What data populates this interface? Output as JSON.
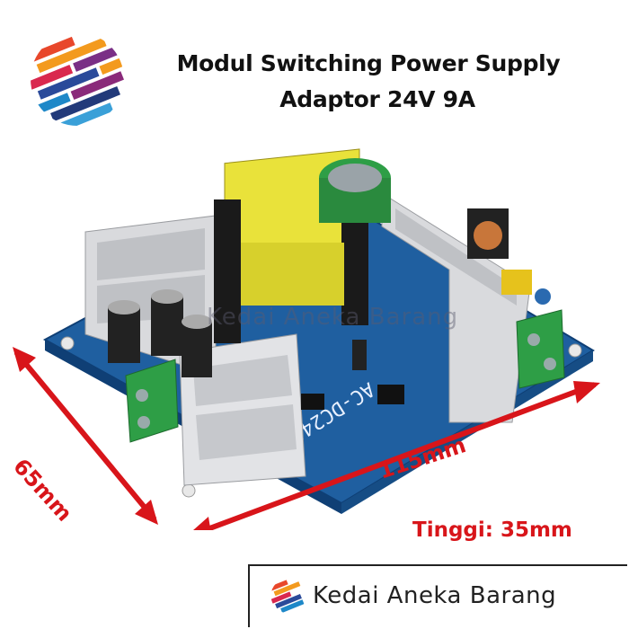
{
  "title": {
    "line1": "Modul Switching Power Supply",
    "line2": "Adaptor 24V 9A"
  },
  "dimensions": {
    "width": "115mm",
    "depth": "65mm",
    "height": "Tinggi: 35mm"
  },
  "watermark": "Kedai Aneka Barang",
  "brand": {
    "name": "Kedai Aneka Barang"
  },
  "board": {
    "silkscreen": "AC-DC2416"
  },
  "colors": {
    "accent_red": "#d8151a",
    "pcb_blue": "#1f5fa0",
    "transformer_yellow": "#e9e23a",
    "terminal_green": "#2e9e46",
    "heatsink_silver": "#d9dadd"
  }
}
